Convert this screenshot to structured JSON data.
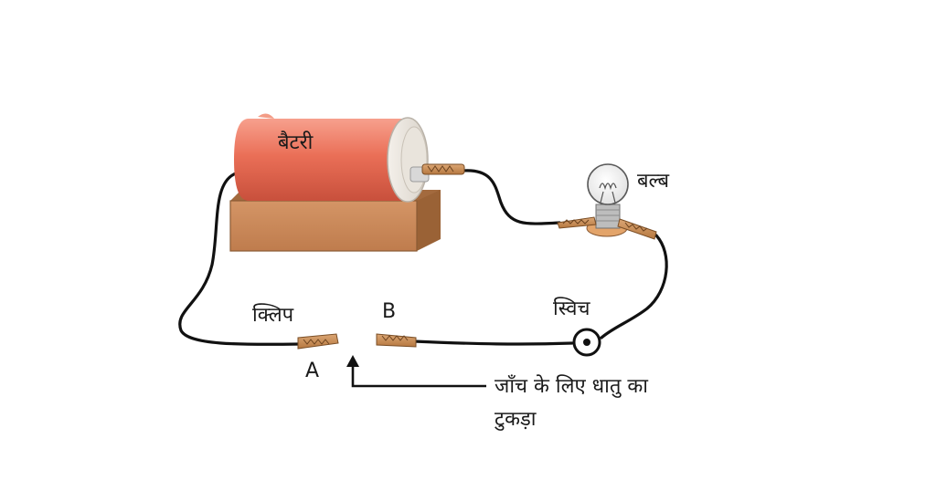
{
  "labels": {
    "battery": "बैटरी",
    "bulb": "बल्ब",
    "clip": "क्लिप",
    "switch": "स्विच",
    "point_a": "A",
    "point_b": "B",
    "test_line1": "जाँच के लिए धातु का",
    "test_line2": "टुकड़ा"
  },
  "colors": {
    "battery_body": "#e8705a",
    "battery_box": "#c98a5a",
    "clip": "#c58c52",
    "wire": "#111111"
  }
}
